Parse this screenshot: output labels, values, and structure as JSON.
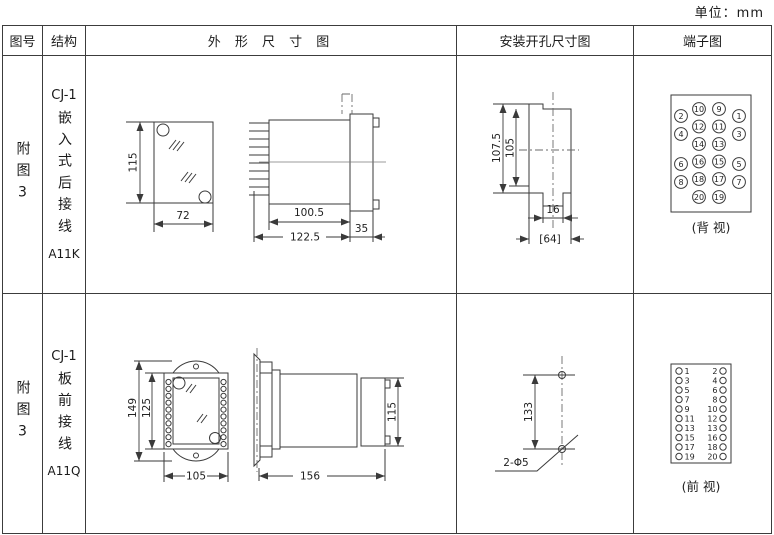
{
  "page": {
    "unit_label": "单位：mm"
  },
  "table": {
    "headers": [
      "图号",
      "结构",
      "外 形 尺 寸 图",
      "安装开孔尺寸图",
      "端子图"
    ]
  },
  "rows": [
    {
      "figure_no": "附图3",
      "structure_prefix": "CJ-1",
      "structure_chars": "嵌入式后接线",
      "structure_code": "A11K",
      "outline": {
        "height": "115",
        "width": "72",
        "depth_body": "100.5",
        "depth_total": "122.5",
        "flange_depth": "35"
      },
      "install": {
        "outer_height": "107.5",
        "hole_height": "105",
        "notch_width": "16",
        "width": "[64]"
      },
      "terminal": {
        "view_label": "(背 视)",
        "outer_left": [
          2,
          4,
          6,
          8
        ],
        "mid_left": [
          10,
          12,
          14,
          16,
          18,
          20
        ],
        "mid_right": [
          9,
          11,
          13,
          15,
          17,
          19
        ],
        "outer_right": [
          1,
          3,
          5,
          7
        ]
      }
    },
    {
      "figure_no": "附图3",
      "structure_prefix": "CJ-1",
      "structure_chars": "板前接线",
      "structure_code": "A11Q",
      "outline": {
        "outer_height": "149",
        "inner_height": "125",
        "width": "105",
        "depth": "156",
        "rear_height": "115"
      },
      "install": {
        "hole_spacing": "133",
        "hole_spec": "2-Φ5"
      },
      "terminal": {
        "view_label": "(前 视)",
        "left": [
          1,
          3,
          5,
          7,
          9,
          11,
          13,
          15,
          17,
          19
        ],
        "right": [
          2,
          4,
          6,
          8,
          10,
          12,
          13,
          16,
          18,
          20
        ]
      }
    }
  ]
}
